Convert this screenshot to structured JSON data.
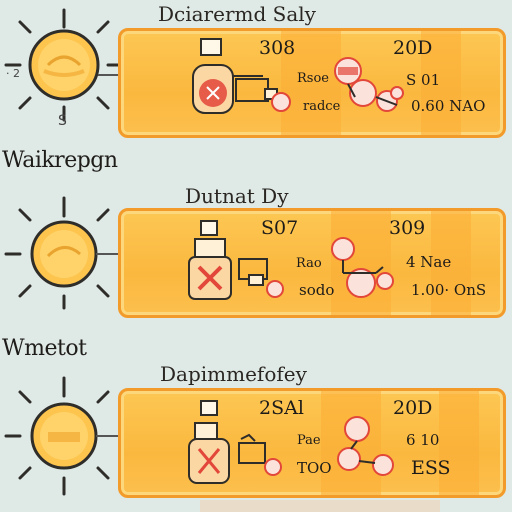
{
  "rows": [
    {
      "heading": "Dciarermd Saly",
      "side_label": "",
      "sun_mark": "· 2",
      "sun_mark2": "S",
      "top_left": "308",
      "top_right": "20D",
      "mid_left": "Rsoe",
      "mid_right": "S 01",
      "bot_left": "radce",
      "bot_right": "0.60 NAO"
    },
    {
      "heading": "Dutnat Dy",
      "side_label": "Waikrepgn",
      "sun_mark": "",
      "sun_mark2": "",
      "top_left": "S07",
      "top_right": "309",
      "mid_left": "Rao",
      "mid_right": "4 Nae",
      "bot_left": "sodo",
      "bot_right": "1.00· OnS"
    },
    {
      "heading": "Dapimmefofey",
      "side_label": "Wmetot",
      "sun_mark": "",
      "sun_mark2": "",
      "top_left": "2SAl",
      "top_right": "20D",
      "mid_left": "Pae",
      "mid_right": "6 10",
      "bot_left": "TOO",
      "bot_right": "ESS"
    }
  ],
  "colors": {
    "panel": "#fcc04d",
    "panel_border": "#f29b2a",
    "sun": "#fdc54e",
    "red": "#e2473a",
    "background": "#dfe9e6"
  },
  "icons": [
    "sun-icon",
    "bottle-icon",
    "flask-icon",
    "node-icon"
  ]
}
